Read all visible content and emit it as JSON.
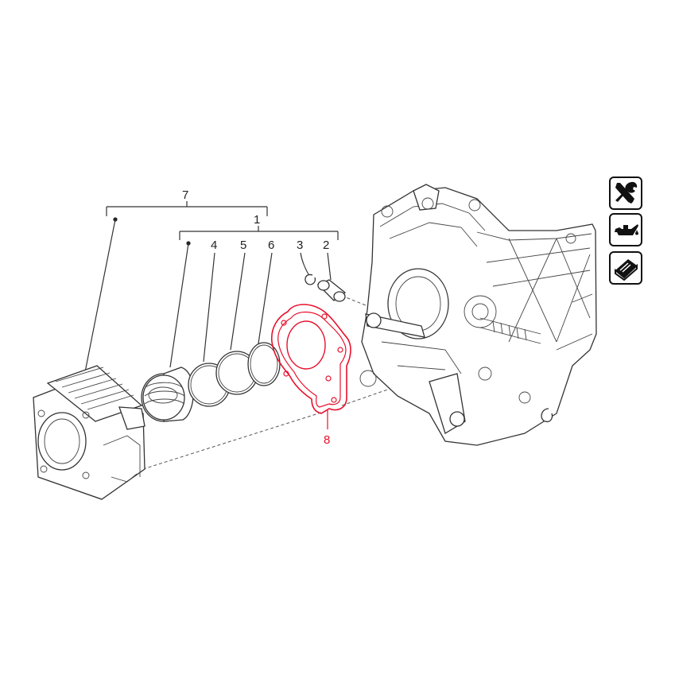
{
  "callouts": {
    "c7": "7",
    "c1": "1",
    "c4": "4",
    "c5": "5",
    "c6": "6",
    "c3": "3",
    "c2": "2",
    "c8": "8"
  },
  "colors": {
    "highlight": "#e8102c",
    "line": "#333333",
    "background": "#ffffff"
  },
  "side_icons": [
    {
      "icon": "tools-icon"
    },
    {
      "icon": "oil-can-icon"
    },
    {
      "icon": "manual-book-icon"
    }
  ]
}
